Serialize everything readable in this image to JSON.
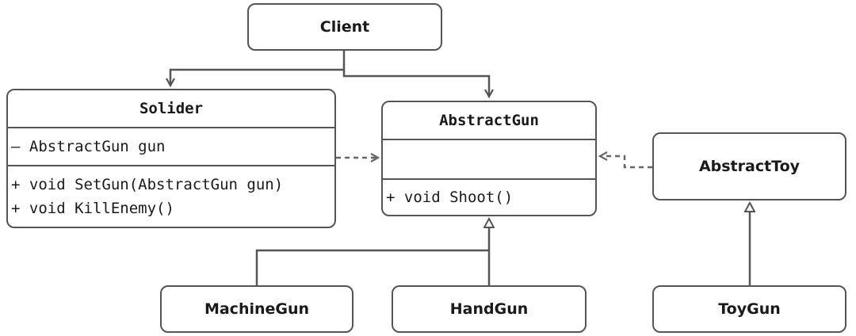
{
  "nodes": {
    "client": "Client",
    "machine_gun": "MachineGun",
    "hand_gun": "HandGun",
    "abstract_toy": "AbstractToy",
    "toy_gun": "ToyGun"
  },
  "solider": {
    "name": "Solider",
    "attributes": [
      "– AbstractGun gun"
    ],
    "methods": [
      "+ void SetGun(AbstractGun gun)",
      "+ void KillEnemy()"
    ]
  },
  "abstract_gun": {
    "name": "AbstractGun",
    "attributes": [],
    "methods": [
      "+ void Shoot()"
    ]
  },
  "colors": {
    "line": "#555555",
    "dashed": "#666666",
    "text": "#1a1a1a"
  }
}
